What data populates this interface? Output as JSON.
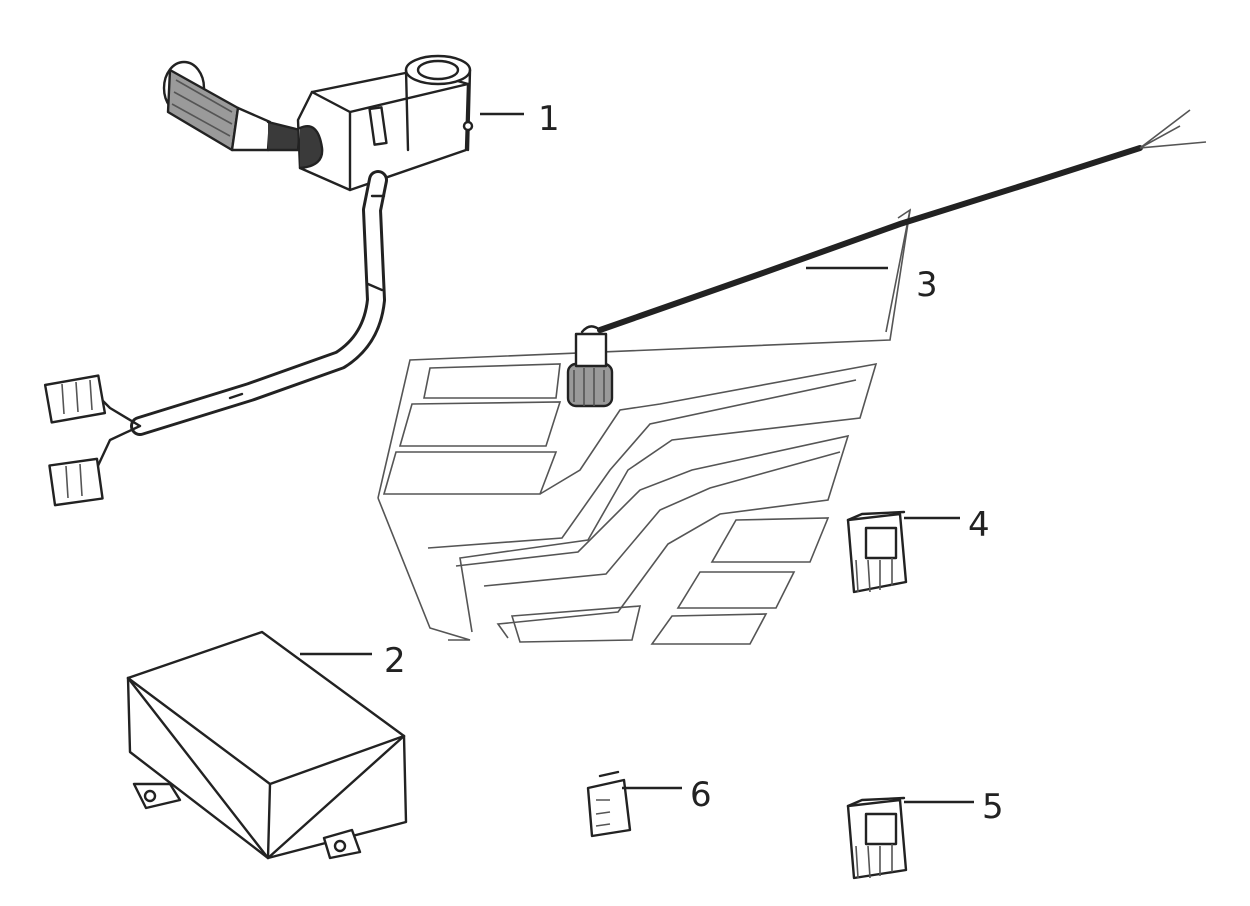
{
  "callouts": [
    {
      "id": "1",
      "label": "1"
    },
    {
      "id": "2",
      "label": "2"
    },
    {
      "id": "3",
      "label": "3"
    },
    {
      "id": "4",
      "label": "4"
    },
    {
      "id": "5",
      "label": "5"
    },
    {
      "id": "6",
      "label": "6"
    }
  ],
  "parts": {
    "p1": "handlebar-switch-with-harness",
    "p2": "control-box",
    "p3": "sensor-with-wire",
    "p4": "relay-4",
    "p5": "relay-5",
    "p6": "relay-6"
  },
  "colors": {
    "ink": "#222222",
    "background": "#ffffff"
  }
}
